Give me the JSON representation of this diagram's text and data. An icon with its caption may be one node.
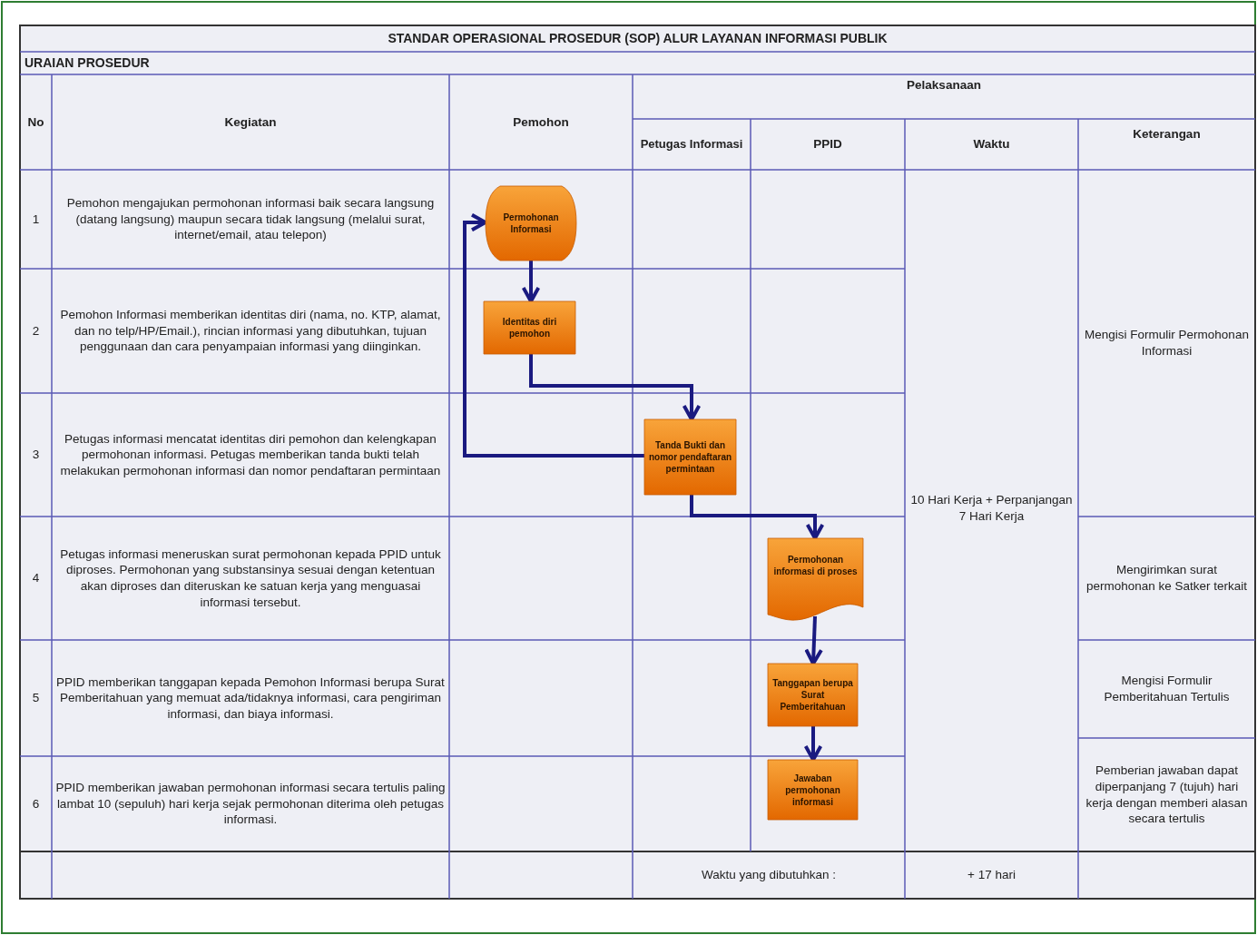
{
  "diagram": {
    "title": "STANDAR OPERASIONAL  PROSEDUR (SOP) ALUR LAYANAN  INFORMASI PUBLIK",
    "nodes": [
      {
        "text": [
          "Permohonan Informasi"
        ]
      },
      {
        "text": [
          "Identitas diri pemohon"
        ]
      },
      {
        "text": [
          "Tanda Bukti dan nomor pendaftaran permintaan"
        ]
      },
      {
        "text": [
          "Permohonan informasi di proses"
        ]
      },
      {
        "text": [
          "Tanggapan berupa Surat Pemberitahuan"
        ]
      },
      {
        "text": [
          "Jawaban permohonan informasi"
        ]
      }
    ],
    "edges": [
      {
        "from": 0,
        "to": 1,
        "arrow": "to"
      },
      {
        "from": 1,
        "to": 2,
        "arrow": "to"
      },
      {
        "from": 2,
        "to": 0,
        "arrow": "to"
      },
      {
        "from": 2,
        "to": 3,
        "arrow": "to"
      },
      {
        "from": 3,
        "to": 4,
        "arrow": "to"
      },
      {
        "from": 4,
        "to": 5,
        "arrow": "to"
      }
    ],
    "labels": [
      "URAIAN PROSEDUR",
      "No",
      "Kegiatan",
      "Pemohon",
      "Pelaksanaan",
      "Petugas Informasi",
      "PPID",
      "Waktu",
      "Keterangan",
      "1",
      "Pemohon mengajukan permohonan informasi baik secara langsung (datang langsung) maupun secara tidak langsung (melalui surat, internet/email, atau telepon)",
      "10 Hari Kerja + Perpanjangan 7 Hari Kerja",
      "Mengisi Formulir Permohonan Informasi",
      "2",
      "Pemohon Informasi memberikan identitas diri (nama, no. KTP, alamat, dan no telp/HP/Email.), rincian informasi yang dibutuhkan, tujuan penggunaan dan cara penyampaian informasi yang diinginkan.",
      "3",
      "Petugas informasi mencatat identitas diri pemohon dan kelengkapan permohonan informasi. Petugas memberikan tanda bukti telah melakukan permohonan informasi dan nomor pendaftaran permintaan",
      "4",
      "Petugas informasi meneruskan surat permohonan kepada PPID untuk diproses. Permohonan yang substansinya sesuai dengan ketentuan akan diproses dan diteruskan ke satuan kerja yang menguasai informasi tersebut.",
      "Mengirimkan surat permohonan ke Satker terkait",
      "5",
      "PPID memberikan tanggapan kepada Pemohon Informasi berupa Surat Pemberitahuan yang memuat ada/tidaknya informasi, cara pengiriman informasi, dan biaya informasi.",
      "Mengisi Formulir Pemberitahuan Tertulis",
      "6",
      "PPID memberikan jawaban permohonan informasi secara tertulis paling lambat 10 (sepuluh) hari kerja sejak permohonan diterima oleh petugas informasi.",
      "Pemberian jawaban dapat diperpanjang 7 (tujuh) hari kerja dengan memberi alasan secara tertulis",
      "Waktu yang dibutuhkan :",
      "+ 17 hari"
    ]
  }
}
